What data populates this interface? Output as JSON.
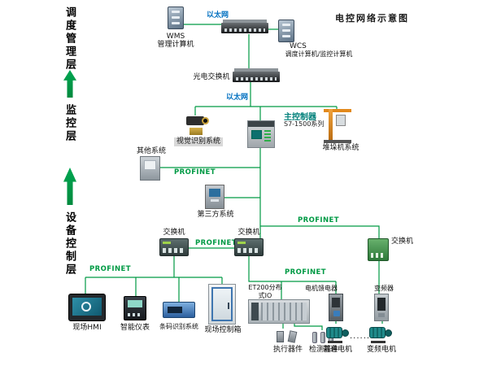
{
  "title": "电控网络示意图",
  "layers": {
    "management": "调度管理层",
    "monitoring": "监控层",
    "device_control": "设备控制层"
  },
  "net": {
    "ethernet": "以太网",
    "profinet": "PROFINET"
  },
  "nodes": {
    "wms_name": "WMS",
    "wms_desc": "管理计算机",
    "wcs_name": "WCS",
    "wcs_desc": "调度计算机/监控计算机",
    "optical_switch": "光电交换机",
    "main_controller": "主控制器",
    "main_controller_model": "S7-1500系列",
    "vision_system": "视觉识别系统",
    "stacker_system": "堆垛机系统",
    "other_system": "其他系统",
    "third_party_system": "第三方系统",
    "switch": "交换机",
    "field_hmi": "现场HMI",
    "smart_meter": "智能仪表",
    "barcode_system": "条码识别系统",
    "field_control_box": "现场控制箱",
    "et200_io": "ET200分布式IO",
    "actuators": "执行器件",
    "detectors": "检测器件",
    "motor_feeder": "电机馈电器",
    "normal_motor": "普通电机",
    "vfd": "变频器",
    "vfd_motor": "变频电机",
    "ellipsis": "......"
  },
  "colors": {
    "line_green": "#009a44",
    "ethernet_blue": "#0070c0",
    "teal_text": "#00807a",
    "arrow_green": "#00a651"
  }
}
